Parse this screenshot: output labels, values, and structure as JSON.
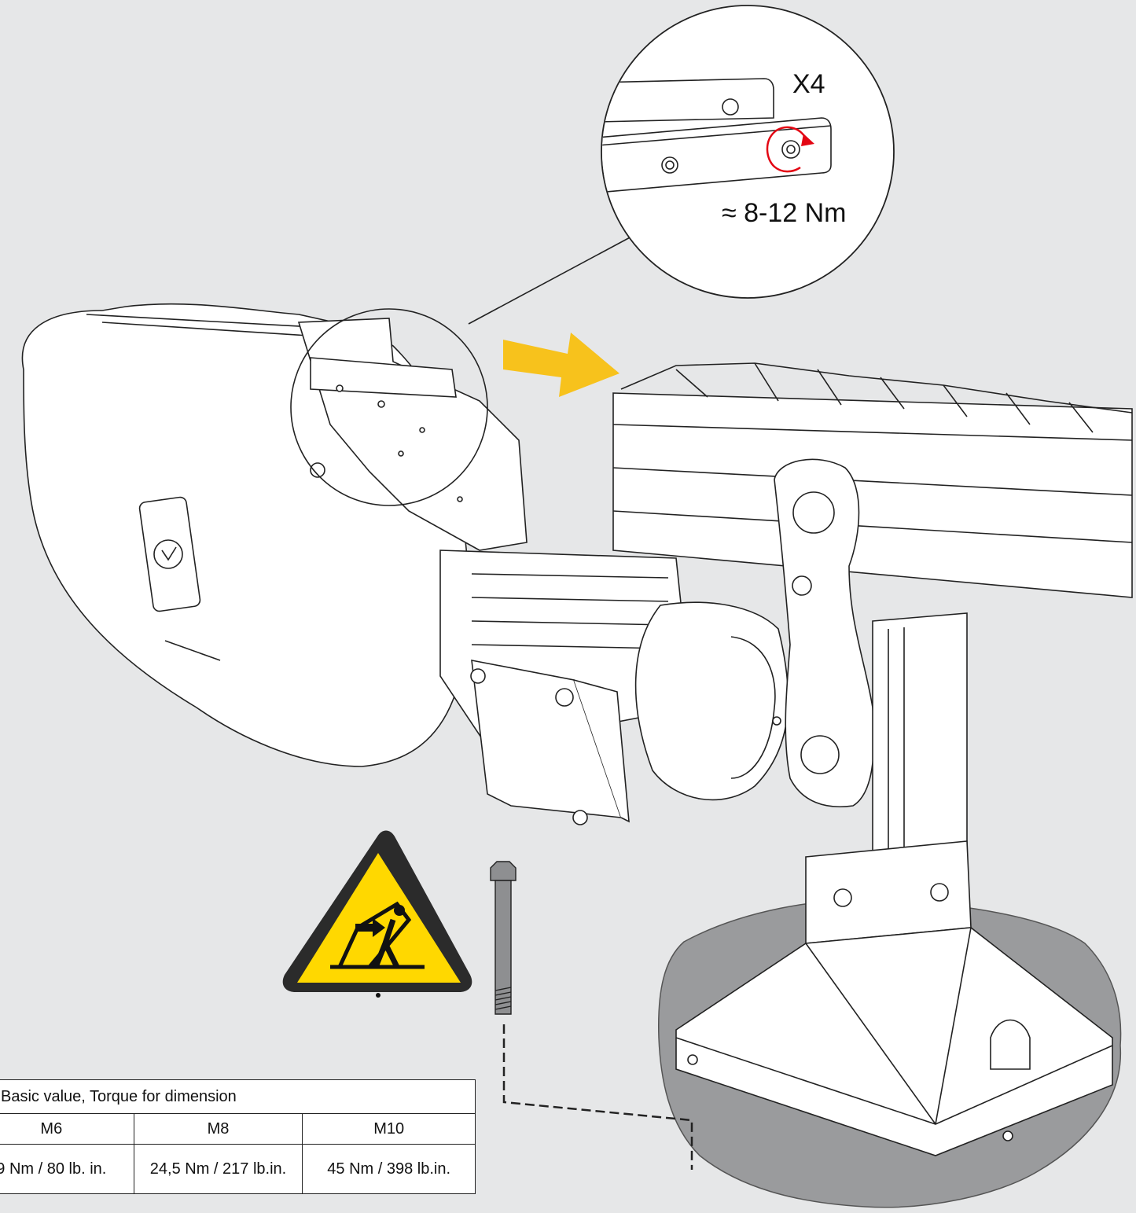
{
  "callout": {
    "quantity": "X4",
    "torque": "≈ 8-12 Nm"
  },
  "table": {
    "caption": "Basic value, Torque for dimension",
    "headers": [
      "M6",
      "M8",
      "M10"
    ],
    "values": [
      "9 Nm / 80 lb. in.",
      "24,5 Nm / 217 lb.in.",
      "45 Nm / 398 lb.in."
    ]
  },
  "icons": {
    "warning": "tipping-hazard-warning-icon",
    "bolt": "hex-bolt-icon",
    "arrow": "direction-arrow-icon",
    "rotation": "tighten-rotation-icon"
  },
  "colors": {
    "background": "#e6e7e8",
    "warning_yellow": "#ffd800",
    "arrow_yellow": "#f7c21c",
    "rotation_red": "#e30613",
    "floor": "#9a9b9d"
  }
}
